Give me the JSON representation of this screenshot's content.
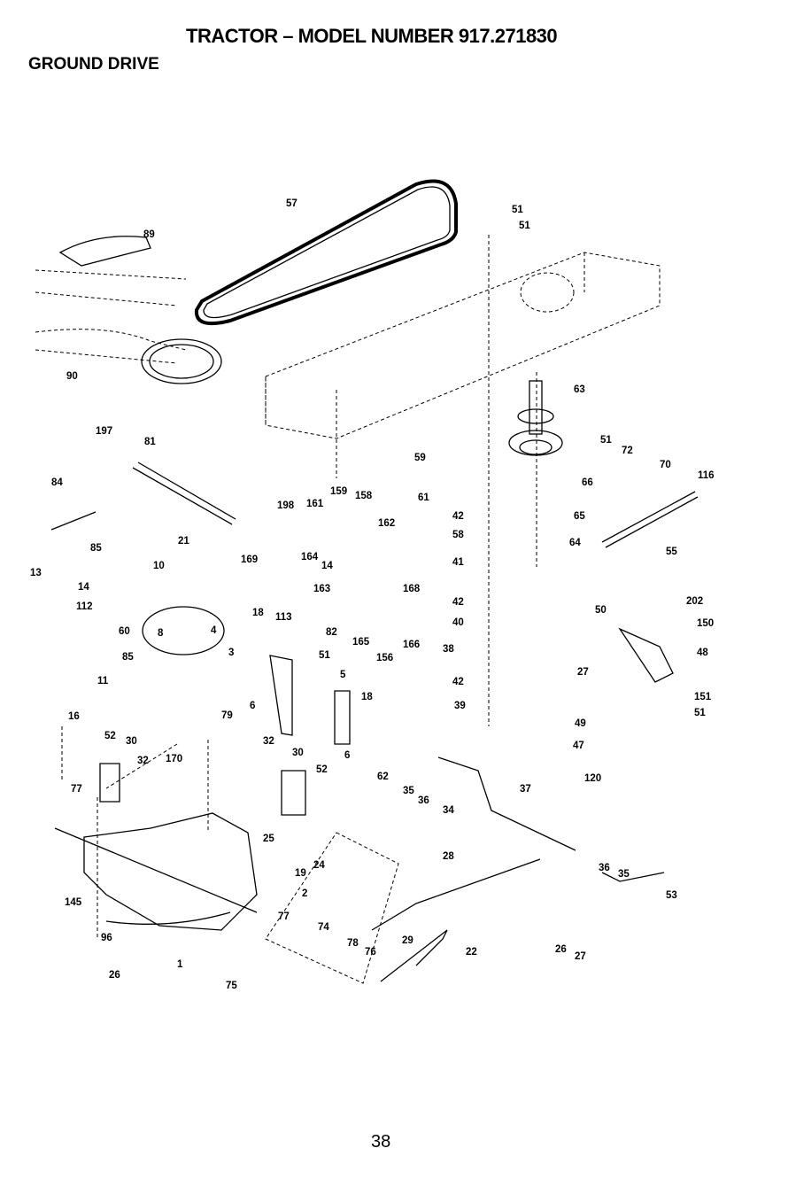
{
  "header": {
    "title": "TRACTOR – MODEL NUMBER 917.271830",
    "section": "GROUND DRIVE"
  },
  "page_number": "38",
  "callouts": [
    "57",
    "89",
    "90",
    "51",
    "51",
    "63",
    "51",
    "72",
    "70",
    "116",
    "197",
    "81",
    "84",
    "85",
    "13",
    "14",
    "112",
    "60",
    "85",
    "11",
    "21",
    "10",
    "8",
    "4",
    "3",
    "169",
    "198",
    "161",
    "159",
    "158",
    "162",
    "164",
    "14",
    "163",
    "82",
    "165",
    "156",
    "166",
    "168",
    "18",
    "113",
    "51",
    "5",
    "18",
    "6",
    "6",
    "59",
    "61",
    "42",
    "58",
    "41",
    "42",
    "40",
    "38",
    "42",
    "39",
    "66",
    "65",
    "64",
    "55",
    "50",
    "202",
    "150",
    "48",
    "27",
    "151",
    "51",
    "49",
    "47",
    "120",
    "16",
    "52",
    "30",
    "32",
    "170",
    "79",
    "77",
    "32",
    "30",
    "52",
    "62",
    "35",
    "36",
    "34",
    "37",
    "25",
    "19",
    "24",
    "2",
    "77",
    "28",
    "29",
    "22",
    "74",
    "78",
    "76",
    "75",
    "145",
    "96",
    "26",
    "1",
    "36",
    "35",
    "53",
    "26",
    "27"
  ]
}
